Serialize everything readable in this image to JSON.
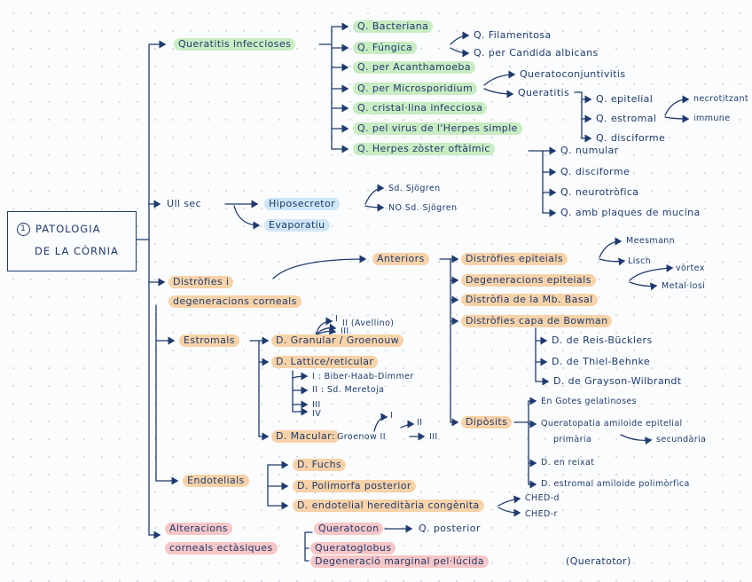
{
  "root": {
    "number": "1",
    "line1": "PATOLOGIA",
    "line2": "DE LA CÒRNIA"
  },
  "queratitis": {
    "title": "Queratitis infeccioses",
    "bacteriana": "Q. Bacteriana",
    "fungica": "Q. Fúngica",
    "filamentosa": "Q. Filamentosa",
    "candida": "Q. per Candida albicans",
    "acanthamoeba": "Q. per Acanthamoeba",
    "microsporidium": "Q. per Microsporidium",
    "queratoconjuntivitis": "Queratoconjuntivitis",
    "queratitis": "Queratitis",
    "epitelial": "Q. epitelial",
    "estromal": "Q. estromal",
    "disciforme": "Q. disciforme",
    "necrotitzant": "necrotitzant",
    "immune": "immune",
    "cristal": "Q. cristal·lina infecciosa",
    "herpes_simple": "Q. pel virus de l'Herpes simple",
    "herpes_zoster": "Q. Herpes zòster oftàlmic",
    "numular": "Q. numular",
    "disciforme2": "Q. disciforme",
    "neurotrofica": "Q. neurotròfica",
    "plaques": "Q. amb plaques de mucina"
  },
  "ull_sec": {
    "title": "Ull sec",
    "hipo": "Hiposecretor",
    "sjogren": "Sd. Sjögren",
    "no_sjogren": "NO Sd. Sjögren",
    "evaporatiu": "Evaporatiu"
  },
  "distrofies": {
    "title1": "Distròfies i",
    "title2": "degeneracions corneals",
    "anteriors": "Anteriors",
    "distrofies_epiteials": "Distròfies epiteials",
    "meesmann": "Meesmann",
    "lisch": "Lisch",
    "degeneracions_epiteials": "Degeneracions epiteials",
    "vortex": "vòrtex",
    "metalosi": "Metal·losi",
    "mb_basal": "Distròfia de la Mb. Basal",
    "bowman": "Distròfies capa de Bowman",
    "reis": "D. de Reis-Bücklers",
    "thiel": "D. de Thiel-Behnke",
    "grayson": "D. de Grayson-Wilbrandt",
    "diposits": "Dipòsits",
    "gotes": "En Gotes gelatinoses",
    "queratopatia": "Queratopatia amiloide epitelial",
    "primaria": "primària",
    "secundaria": "secundària",
    "reixat": "D. en reixat",
    "amiloide": "D. estromal amiloide polimòrfica",
    "estromals": "Estromals",
    "granular": "D. Granular / Groenouw",
    "g1": "I",
    "g2": "II (Avellino)",
    "g3": "III",
    "lattice": "D. Lattice/reticular",
    "l1": "I : Biber-Haab-Dimmer",
    "l2": "II : Sd. Meretoja",
    "l3": "III",
    "l4": "IV",
    "macular": "D. Macular:",
    "groenouw2": "Groenow II",
    "m1": "I",
    "m2": "II",
    "m3": "III",
    "endotelials": "Endotelials",
    "fuchs": "D. Fuchs",
    "polimorfa": "D. Polimorfa posterior",
    "hereditaria": "D. endotelial hereditària congènita",
    "ched_d": "CHED-d",
    "ched_r": "CHED-r"
  },
  "alteracions": {
    "title1": "Alteracions",
    "title2": "corneals ectàsiques",
    "queratocon": "Queratocon",
    "q_posterior": "Q. posterior",
    "queratoglobus": "Queratoglobus",
    "degeneracio": "Degeneració marginal pel·lúcida",
    "queratotor": "(Queratotor)"
  }
}
